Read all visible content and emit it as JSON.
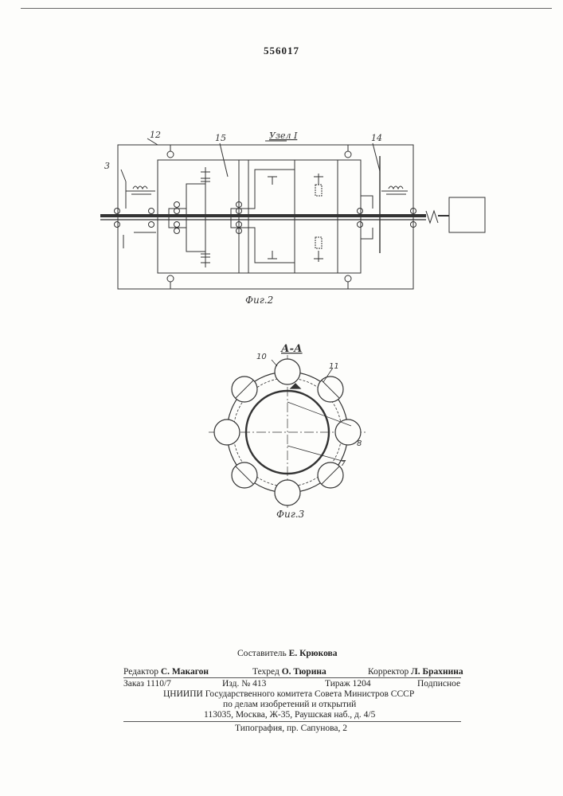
{
  "page_number": "556017",
  "figure2": {
    "caption": "Фиг.2",
    "title_label": "Узел I",
    "callouts": {
      "c12": "12",
      "c15": "15",
      "c3": "3",
      "c14": "14"
    }
  },
  "figure3": {
    "caption": "Фиг.3",
    "section_label": "А-А",
    "callouts": {
      "c10": "10",
      "c11": "11",
      "c8": "8",
      "c7": "7"
    }
  },
  "imprint": {
    "compiler_label": "Составитель",
    "compiler_name": "Е. Крюкова",
    "editor_label": "Редактор",
    "editor_name": "С. Макагон",
    "techred_label": "Техред",
    "techred_name": "О. Тюрина",
    "corrector_label": "Корректор",
    "corrector_name": "Л. Брахнина",
    "order": "Заказ 1110/7",
    "edition": "Изд. № 413",
    "circulation": "Тираж 1204",
    "subscription": "Подписное",
    "org_line1": "ЦНИИПИ Государственного комитета Совета Министров СССР",
    "org_line2": "по делам изобретений и открытий",
    "address": "113035, Москва, Ж-35, Раушская наб., д. 4/5",
    "printer": "Типография, пр. Сапунова, 2"
  }
}
